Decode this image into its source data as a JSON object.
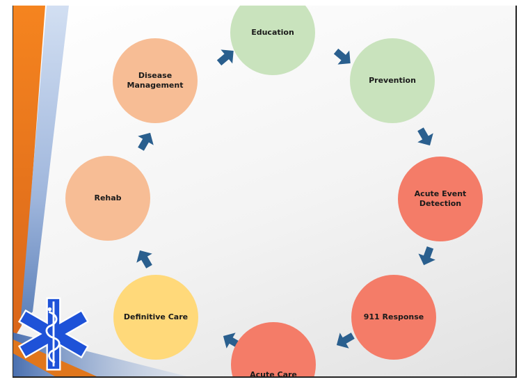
{
  "cycle": {
    "nodes": [
      {
        "label": "Education"
      },
      {
        "label": "Prevention"
      },
      {
        "label": "Acute Event Detection"
      },
      {
        "label": "911 Response"
      },
      {
        "label": "Acute Care"
      },
      {
        "label": "Definitive Care"
      },
      {
        "label": "Rehab"
      },
      {
        "label": "Disease Management"
      }
    ]
  },
  "colors": {
    "green": "#c9e3bd",
    "salmon": "#f47c68",
    "yellow": "#ffd97a",
    "peach": "#f7bd95",
    "arrow": "#2a5f8e",
    "star_of_life": "#1e52d8"
  },
  "icons": {
    "logo": "star-of-life-icon",
    "arrow": "chevron-arrow-icon"
  }
}
